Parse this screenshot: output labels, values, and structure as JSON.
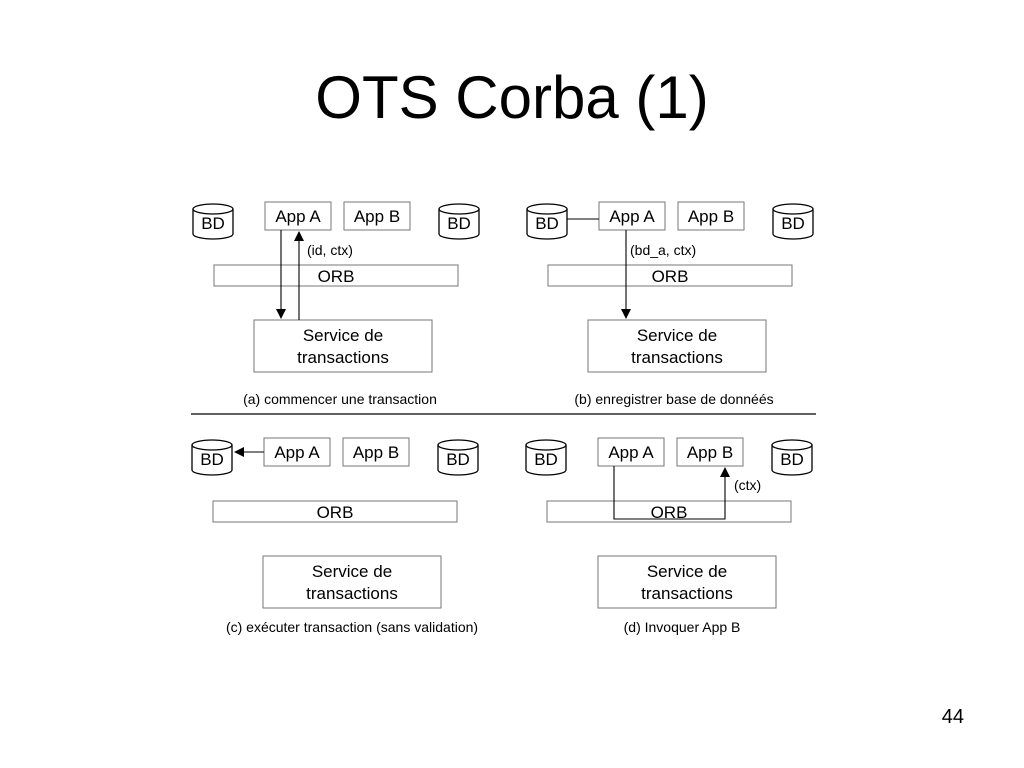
{
  "slide": {
    "title": "OTS Corba (1)",
    "page_number": "44"
  },
  "labels": {
    "bd": "BD",
    "app_a": "App A",
    "app_b": "App B",
    "orb": "ORB",
    "service_line1": "Service de",
    "service_line2": "transactions"
  },
  "panels": {
    "a": {
      "caption": "(a) commencer une transaction",
      "annotation": "(id, ctx)"
    },
    "b": {
      "caption": "(b) enregistrer base de donnéés",
      "annotation": "(bd_a, ctx)"
    },
    "c": {
      "caption": "(c) exécuter transaction (sans validation)"
    },
    "d": {
      "caption": "(d) Invoquer App B",
      "annotation": "(ctx)"
    }
  }
}
